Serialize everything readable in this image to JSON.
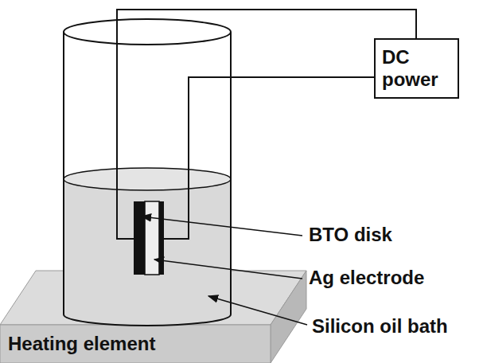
{
  "diagram": {
    "nodes": [
      {
        "text": [
          "DC power"
        ]
      },
      {
        "text": [
          "Heating element"
        ]
      }
    ],
    "labels": [
      "BTO disk",
      "Ag electrode",
      "Silicon oil bath"
    ]
  }
}
